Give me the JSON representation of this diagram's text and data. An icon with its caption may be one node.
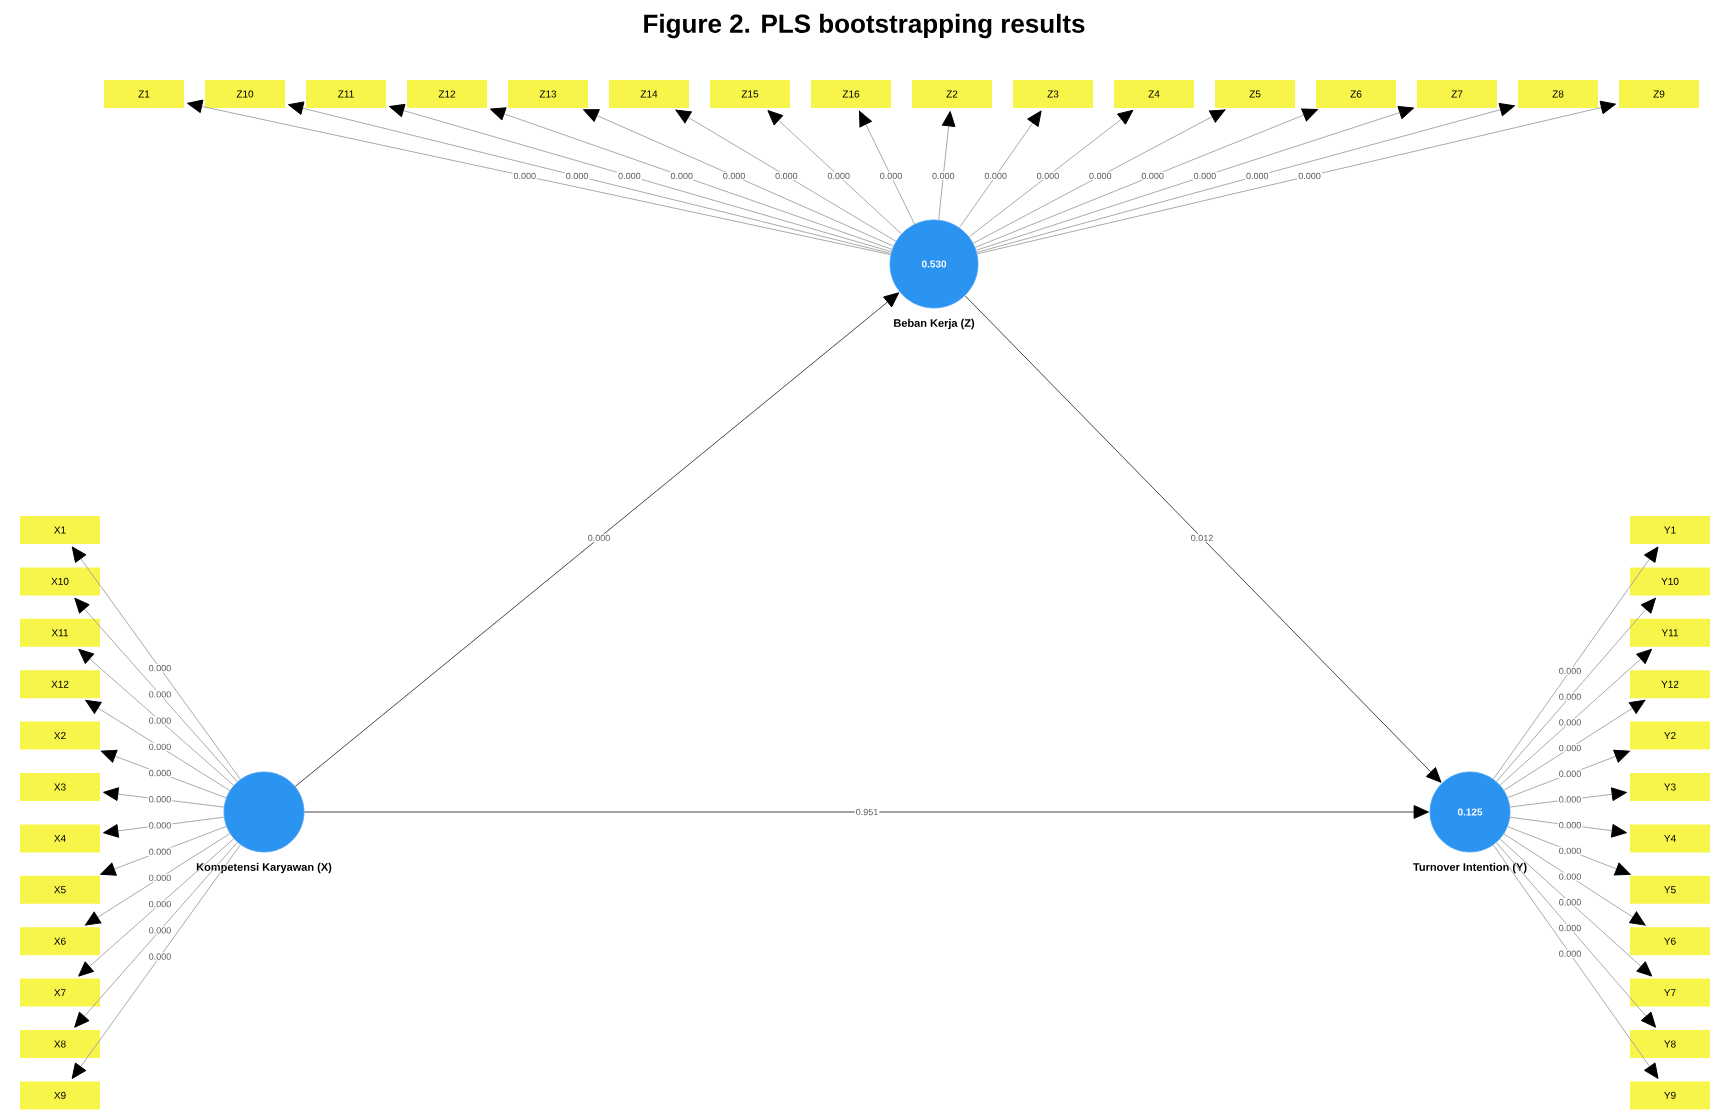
{
  "diagram": {
    "title": "Figure 2. PLS bootstrapping results",
    "nodes": [
      {
        "text": [
          "Z1"
        ]
      },
      {
        "text": [
          "Z10"
        ]
      },
      {
        "text": [
          "Z11"
        ]
      },
      {
        "text": [
          "Z12"
        ]
      },
      {
        "text": [
          "Z13"
        ]
      },
      {
        "text": [
          "Z14"
        ]
      },
      {
        "text": [
          "Z15"
        ]
      },
      {
        "text": [
          "Z16"
        ]
      },
      {
        "text": [
          "Z2"
        ]
      },
      {
        "text": [
          "Z3"
        ]
      },
      {
        "text": [
          "Z4"
        ]
      },
      {
        "text": [
          "Z5"
        ]
      },
      {
        "text": [
          "Z6"
        ]
      },
      {
        "text": [
          "Z7"
        ]
      },
      {
        "text": [
          "Z8"
        ]
      },
      {
        "text": [
          "Z9"
        ]
      },
      {
        "text": [
          "0.530"
        ],
        "beside": [
          "Beban Kerja (Z)"
        ]
      },
      {
        "text": [
          "X1"
        ]
      },
      {
        "text": [
          "X10"
        ]
      },
      {
        "text": [
          "X11"
        ]
      },
      {
        "text": [
          "X12"
        ]
      },
      {
        "text": [
          "X2"
        ]
      },
      {
        "text": [
          "X3"
        ]
      },
      {
        "text": [
          "X4"
        ]
      },
      {
        "text": [
          "X5"
        ]
      },
      {
        "text": [
          "X6"
        ]
      },
      {
        "text": [
          "X7"
        ]
      },
      {
        "text": [
          "X8"
        ]
      },
      {
        "text": [
          "X9"
        ]
      },
      {
        "text": [],
        "shape": "circle",
        "beside": [
          "Kompetensi Karyawan (X)"
        ]
      },
      {
        "text": [
          "0.125"
        ],
        "beside": [
          "Turnover Intention (Y)"
        ]
      },
      {
        "text": [
          "Y1"
        ]
      },
      {
        "text": [
          "Y10"
        ]
      },
      {
        "text": [
          "Y11"
        ]
      },
      {
        "text": [
          "Y12"
        ]
      },
      {
        "text": [
          "Y2"
        ]
      },
      {
        "text": [
          "Y3"
        ]
      },
      {
        "text": [
          "Y4"
        ]
      },
      {
        "text": [
          "Y5"
        ]
      },
      {
        "text": [
          "Y6"
        ]
      },
      {
        "text": [
          "Y7"
        ]
      },
      {
        "text": [
          "Y8"
        ]
      },
      {
        "text": [
          "Y9"
        ]
      }
    ],
    "edges": [
      {
        "from": 16,
        "to": 0,
        "arrow": "to",
        "label": "0.000"
      },
      {
        "from": 16,
        "to": 1,
        "arrow": "to",
        "label": "0.000"
      },
      {
        "from": 16,
        "to": 2,
        "arrow": "to",
        "label": "0.000"
      },
      {
        "from": 16,
        "to": 3,
        "arrow": "to",
        "label": "0.000"
      },
      {
        "from": 16,
        "to": 4,
        "arrow": "to",
        "label": "0.000"
      },
      {
        "from": 16,
        "to": 5,
        "arrow": "to",
        "label": "0.000"
      },
      {
        "from": 16,
        "to": 6,
        "arrow": "to",
        "label": "0.000"
      },
      {
        "from": 16,
        "to": 7,
        "arrow": "to",
        "label": "0.000"
      },
      {
        "from": 16,
        "to": 8,
        "arrow": "to",
        "label": "0.000"
      },
      {
        "from": 16,
        "to": 9,
        "arrow": "to",
        "label": "0.000"
      },
      {
        "from": 16,
        "to": 10,
        "arrow": "to",
        "label": "0.000"
      },
      {
        "from": 16,
        "to": 11,
        "arrow": "to",
        "label": "0.000"
      },
      {
        "from": 16,
        "to": 12,
        "arrow": "to",
        "label": "0.000"
      },
      {
        "from": 16,
        "to": 13,
        "arrow": "to",
        "label": "0.000"
      },
      {
        "from": 16,
        "to": 14,
        "arrow": "to",
        "label": "0.000"
      },
      {
        "from": 16,
        "to": 15,
        "arrow": "to",
        "label": "0.000"
      },
      {
        "from": 29,
        "to": 17,
        "arrow": "to",
        "label": "0.000"
      },
      {
        "from": 29,
        "to": 18,
        "arrow": "to",
        "label": "0.000"
      },
      {
        "from": 29,
        "to": 19,
        "arrow": "to",
        "label": "0.000"
      },
      {
        "from": 29,
        "to": 20,
        "arrow": "to",
        "label": "0.000"
      },
      {
        "from": 29,
        "to": 21,
        "arrow": "to",
        "label": "0.000"
      },
      {
        "from": 29,
        "to": 22,
        "arrow": "to",
        "label": "0.000"
      },
      {
        "from": 29,
        "to": 23,
        "arrow": "to",
        "label": "0.000"
      },
      {
        "from": 29,
        "to": 24,
        "arrow": "to",
        "label": "0.000"
      },
      {
        "from": 29,
        "to": 25,
        "arrow": "to",
        "label": "0.000"
      },
      {
        "from": 29,
        "to": 26,
        "arrow": "to",
        "label": "0.000"
      },
      {
        "from": 29,
        "to": 27,
        "arrow": "to",
        "label": "0.000"
      },
      {
        "from": 29,
        "to": 28,
        "arrow": "to",
        "label": "0.000"
      },
      {
        "from": 30,
        "to": 31,
        "arrow": "to",
        "label": "0.000"
      },
      {
        "from": 30,
        "to": 32,
        "arrow": "to",
        "label": "0.000"
      },
      {
        "from": 30,
        "to": 33,
        "arrow": "to",
        "label": "0.000"
      },
      {
        "from": 30,
        "to": 34,
        "arrow": "to",
        "label": "0.000"
      },
      {
        "from": 30,
        "to": 35,
        "arrow": "to",
        "label": "0.000"
      },
      {
        "from": 30,
        "to": 36,
        "arrow": "to",
        "label": "0.000"
      },
      {
        "from": 30,
        "to": 37,
        "arrow": "to",
        "label": "0.000"
      },
      {
        "from": 30,
        "to": 38,
        "arrow": "to",
        "label": "0.000"
      },
      {
        "from": 30,
        "to": 39,
        "arrow": "to",
        "label": "0.000"
      },
      {
        "from": 30,
        "to": 40,
        "arrow": "to",
        "label": "0.000"
      },
      {
        "from": 30,
        "to": 41,
        "arrow": "to",
        "label": "0.000"
      },
      {
        "from": 30,
        "to": 42,
        "arrow": "to",
        "label": "0.000"
      },
      {
        "from": 29,
        "to": 16,
        "arrow": "to",
        "label": "0.000",
        "color": "#333333"
      },
      {
        "from": 16,
        "to": 30,
        "arrow": "to",
        "label": "0.012",
        "color": "#333333"
      },
      {
        "from": 29,
        "to": 30,
        "arrow": "to",
        "label": "0.951",
        "color": "#333333"
      }
    ]
  }
}
